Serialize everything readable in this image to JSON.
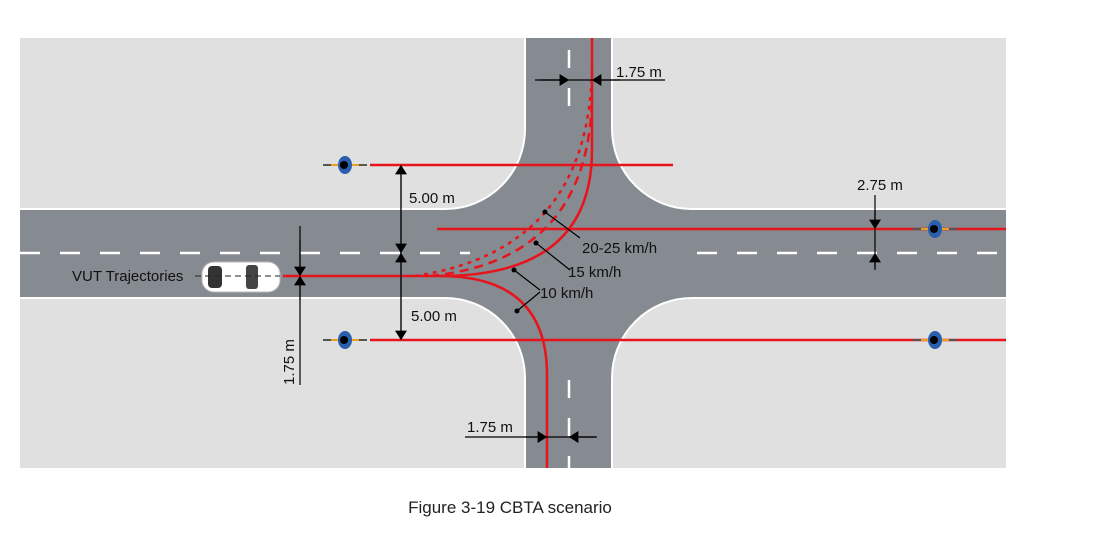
{
  "labels": {
    "vut": "VUT Trajectories",
    "dim_top_lateral": "1.75 m",
    "dim_bottom_lateral": "1.75 m",
    "dim_left_lateral": "1.75 m",
    "dim_right_lane": "2.75 m",
    "dim_upper_cyclist": "5.00 m",
    "dim_lower_cyclist": "5.00 m",
    "speed_fast": "20-25 km/h",
    "speed_mid": "15 km/h",
    "speed_slow": "10 km/h"
  },
  "caption": "Figure 3-19 CBTA scenario",
  "colors": {
    "road": "#868b92",
    "ground": "#e0e0e0",
    "trajectory": "#e8141c"
  }
}
